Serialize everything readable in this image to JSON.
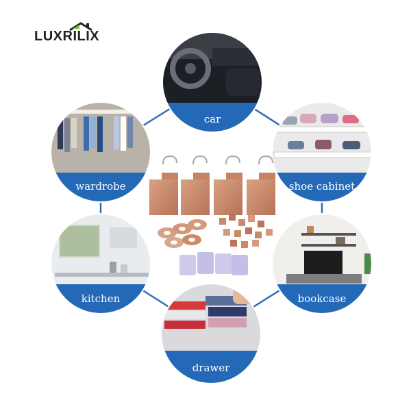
{
  "brand": {
    "name": "LUXRILIX"
  },
  "colors": {
    "accent": "#2469b8",
    "connector": "#2f6db5",
    "cedar": "#c98a68"
  },
  "nodes": [
    {
      "id": "car",
      "label": "car"
    },
    {
      "id": "shoe-cabinet",
      "label": "shoe cabinet"
    },
    {
      "id": "bookcase",
      "label": "bookcase"
    },
    {
      "id": "drawer",
      "label": "drawer"
    },
    {
      "id": "kitchen",
      "label": "kitchen"
    },
    {
      "id": "wardrobe",
      "label": "wardrobe"
    }
  ]
}
